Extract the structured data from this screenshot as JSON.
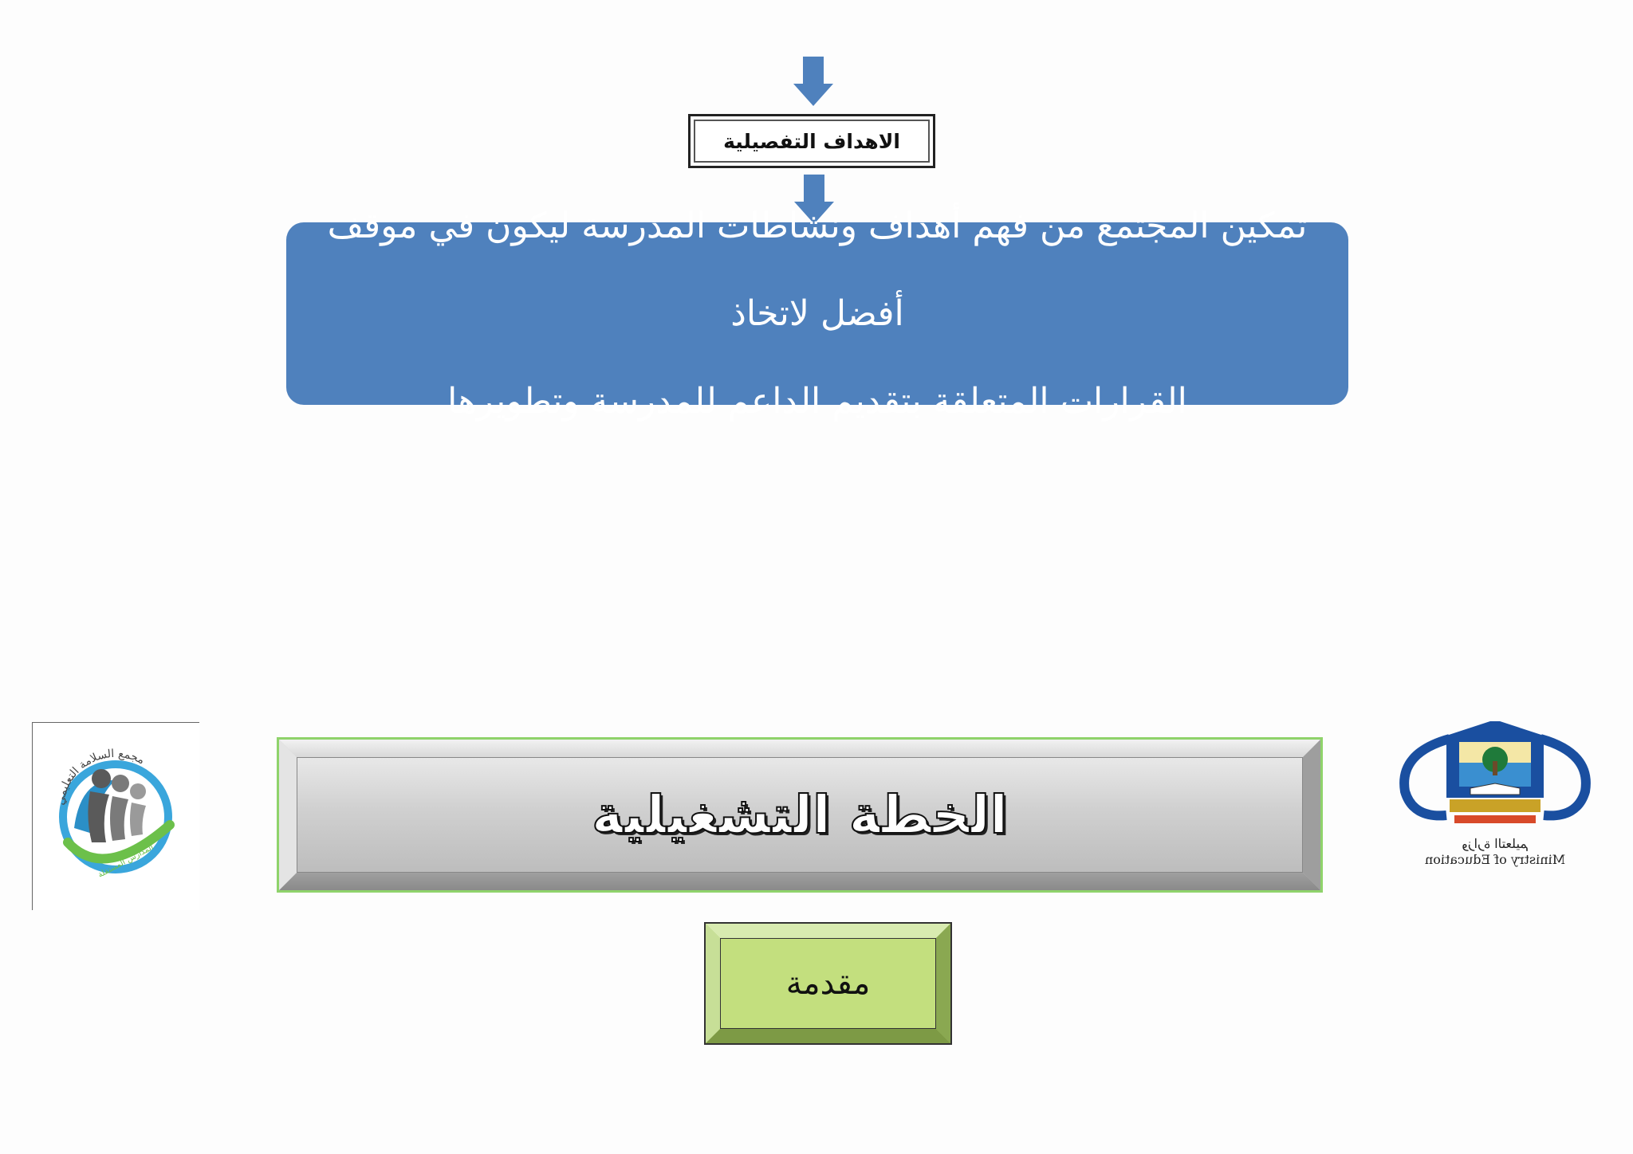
{
  "flow": {
    "heading": "الاهداف التفصيلية",
    "description_line1": "تمكين المجتمع من فهم أهداف ونشاطات المدرسة ليكون في موقف أفضل لاتخاذ",
    "description_line2": "القرارات المتعلقة بتقديم الداعم للمدرسة وتطويرها"
  },
  "banner": {
    "title": "الخطة التشغيلية"
  },
  "section": {
    "label": "مقدمة"
  },
  "logo_left": {
    "text_arc": "مجمع السلامة التعليمي",
    "text_sub": "المدارس المستقلة"
  },
  "logo_right": {
    "name_ar": "وزارة التعليم",
    "name_en": "Ministry of Education"
  },
  "colors": {
    "flow_blue": "#4f81bd",
    "banner_grey": "#c9c9c9",
    "banner_border": "#8fd36b",
    "button_green": "#c3df7e"
  }
}
